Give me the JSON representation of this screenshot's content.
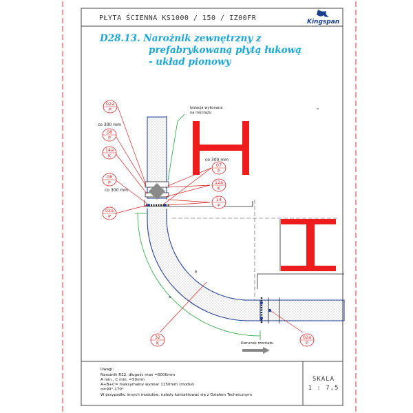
{
  "header": {
    "product": "PŁYTA ŚCIENNA KS1000 / 150 / IZ00FR",
    "logo_text": "Kingspan"
  },
  "title": {
    "line1": "D28.13. Narożnik zewnętrzny z",
    "line2": "prefabrykowaną płytą łukową",
    "line3": "- układ pionowy"
  },
  "annotations": {
    "insulation_1": "Izolacja wykonana",
    "insulation_2": "na montażu",
    "spacing_300_a": "co 300 mm",
    "spacing_300_b": "co 300 mm",
    "spacing_300_c": "co 300 mm",
    "direction": "Kierunek montażu",
    "dim_a": "a",
    "dim_b": "b"
  },
  "tags": [
    {
      "top": "02a",
      "bottom": "P"
    },
    {
      "top": "08",
      "bottom": "P"
    },
    {
      "top": "14a",
      "bottom": "K"
    },
    {
      "top": "08",
      "bottom": "P"
    },
    {
      "top": "02a",
      "bottom": "P"
    },
    {
      "top": "07",
      "bottom": "P"
    },
    {
      "top": "12a",
      "bottom": "K"
    },
    {
      "top": "14",
      "bottom": "P"
    },
    {
      "top": "32",
      "bottom": "K"
    },
    {
      "top": "02a",
      "bottom": "P"
    }
  ],
  "notes": {
    "heading": "Uwagi:",
    "line1": "Narożnik R32,  długość max =6000mm",
    "line2": "A min., C min. =50mm",
    "line3": "A+B+C= maksymalny wymiar 1150mm (moduł)",
    "line4": "α=90°-170°",
    "line5": "W przypadku innych modułów, należy kontaktować się z Działem Technicznym"
  },
  "scale": {
    "label": "SKALA",
    "value": "1 : 7,5"
  },
  "colors": {
    "steel": "#ee1c1c",
    "tag": "#d42020",
    "title": "#1aa6d6",
    "panel_line": "#1f3f99",
    "dim_line": "#22a33a"
  }
}
